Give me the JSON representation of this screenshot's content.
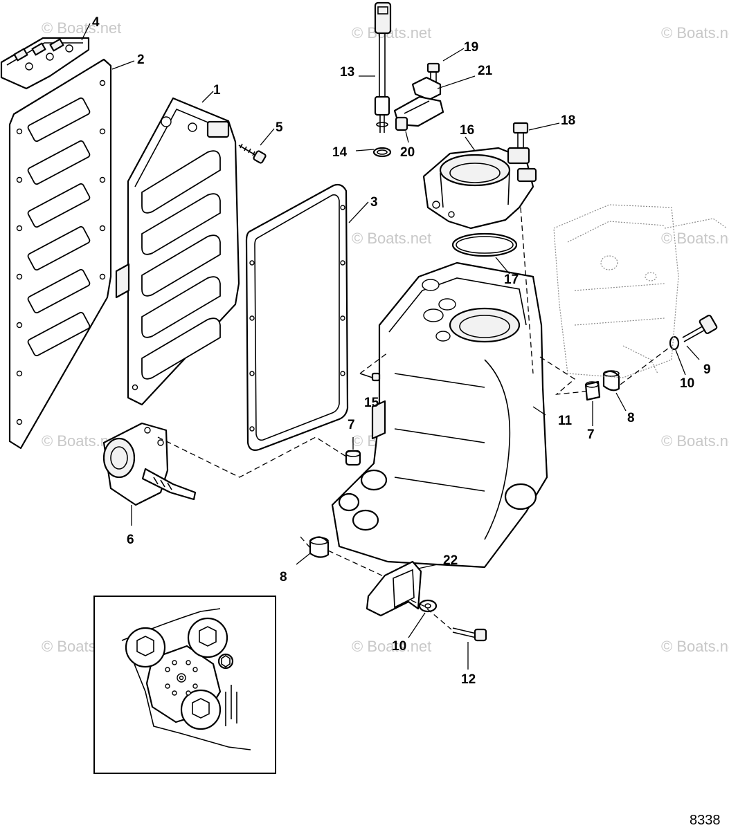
{
  "watermark": "© Boats.net",
  "diagram_number": "8338",
  "callouts": {
    "c1": "1",
    "c2": "2",
    "c3": "3",
    "c4": "4",
    "c5": "5",
    "c6": "6",
    "c7a": "7",
    "c7b": "7",
    "c8a": "8",
    "c8b": "8",
    "c9": "9",
    "c10a": "10",
    "c10b": "10",
    "c11": "11",
    "c12": "12",
    "c13": "13",
    "c14": "14",
    "c15": "15",
    "c16": "16",
    "c17": "17",
    "c18": "18",
    "c19": "19",
    "c20": "20",
    "c21": "21",
    "c22": "22"
  },
  "watermark_icon": "copyright-symbol"
}
